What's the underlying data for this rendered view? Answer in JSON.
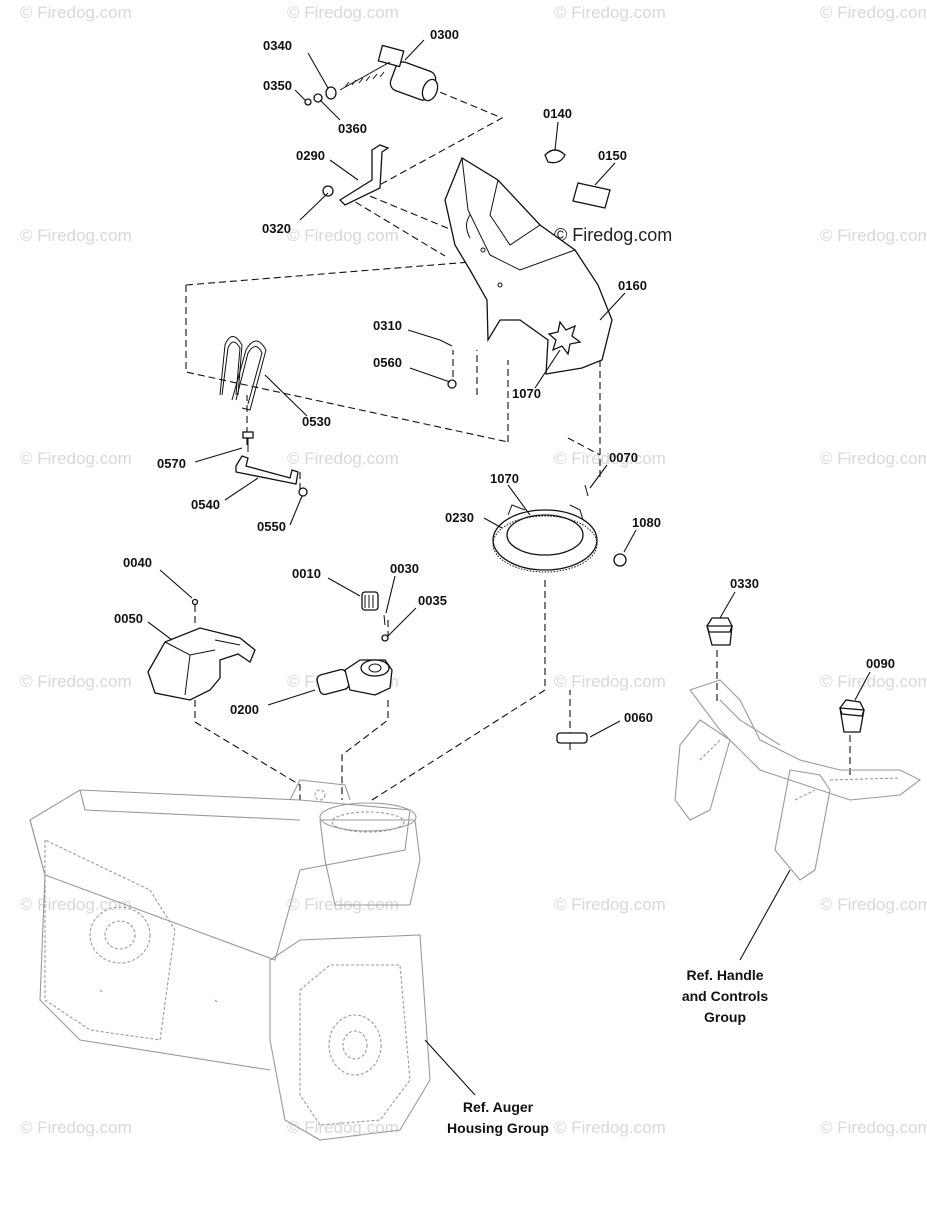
{
  "watermark": {
    "text": "© Firedog.com",
    "color": "#d8d8d8"
  },
  "main_watermark": "© Firedog.com",
  "parts": [
    {
      "id": "p0340",
      "number": "0340"
    },
    {
      "id": "p0300",
      "number": "0300"
    },
    {
      "id": "p0350",
      "number": "0350"
    },
    {
      "id": "p0360",
      "number": "0360"
    },
    {
      "id": "p0140",
      "number": "0140"
    },
    {
      "id": "p0150",
      "number": "0150"
    },
    {
      "id": "p0290",
      "number": "0290"
    },
    {
      "id": "p0320",
      "number": "0320"
    },
    {
      "id": "p0160",
      "number": "0160"
    },
    {
      "id": "p0310",
      "number": "0310"
    },
    {
      "id": "p0560",
      "number": "0560"
    },
    {
      "id": "p1070a",
      "number": "1070"
    },
    {
      "id": "p0530",
      "number": "0530"
    },
    {
      "id": "p0570",
      "number": "0570"
    },
    {
      "id": "p0540",
      "number": "0540"
    },
    {
      "id": "p0550",
      "number": "0550"
    },
    {
      "id": "p0070",
      "number": "0070"
    },
    {
      "id": "p1070b",
      "number": "1070"
    },
    {
      "id": "p0230",
      "number": "0230"
    },
    {
      "id": "p1080",
      "number": "1080"
    },
    {
      "id": "p0040",
      "number": "0040"
    },
    {
      "id": "p0010",
      "number": "0010"
    },
    {
      "id": "p0030",
      "number": "0030"
    },
    {
      "id": "p0035",
      "number": "0035"
    },
    {
      "id": "p0050",
      "number": "0050"
    },
    {
      "id": "p0200",
      "number": "0200"
    },
    {
      "id": "p0330",
      "number": "0330"
    },
    {
      "id": "p0090",
      "number": "0090"
    },
    {
      "id": "p0060",
      "number": "0060"
    }
  ],
  "references": {
    "handle": [
      "Ref. Handle",
      "and Controls",
      "Group"
    ],
    "auger": [
      "Ref. Auger",
      "Housing Group"
    ]
  }
}
